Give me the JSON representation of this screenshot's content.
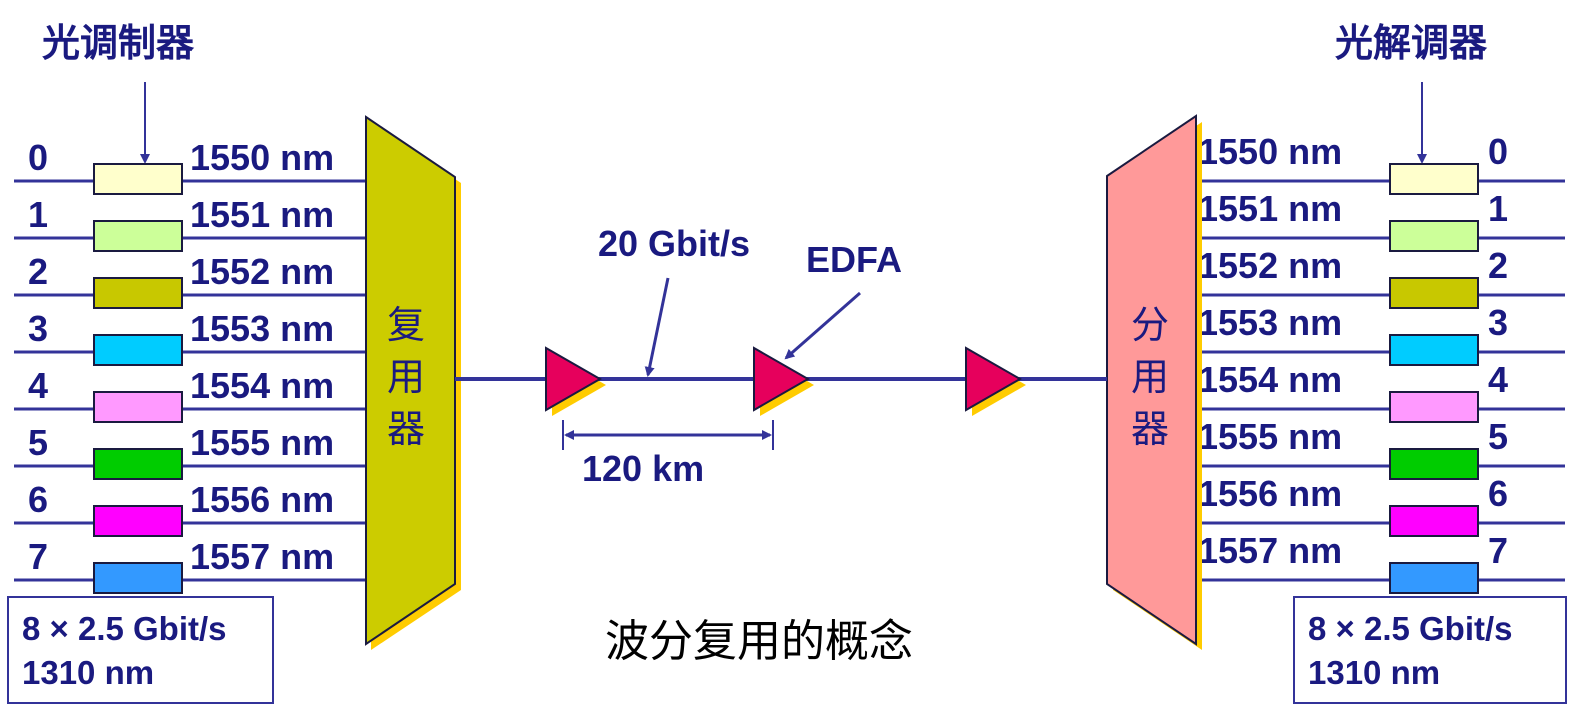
{
  "labels": {
    "modulator": "光调制器",
    "demodulator": "光解调器",
    "mux": "复用器",
    "demux": "分用器",
    "bitrate": "20 Gbit/s",
    "edfa": "EDFA",
    "distance": "120 km",
    "caption": "波分复用的概念"
  },
  "input_box": {
    "line1": "8 × 2.5 Gbit/s",
    "line2": "1310 nm"
  },
  "output_box": {
    "line1": "8 × 2.5 Gbit/s",
    "line2": "1310 nm"
  },
  "channels": [
    {
      "id": "0",
      "wavelength": "1550 nm",
      "color": "#ffffcc"
    },
    {
      "id": "1",
      "wavelength": "1551 nm",
      "color": "#ccff99"
    },
    {
      "id": "2",
      "wavelength": "1552 nm",
      "color": "#c8c800"
    },
    {
      "id": "3",
      "wavelength": "1553 nm",
      "color": "#00ccff"
    },
    {
      "id": "4",
      "wavelength": "1554 nm",
      "color": "#ff99ff"
    },
    {
      "id": "5",
      "wavelength": "1555 nm",
      "color": "#00cc00"
    },
    {
      "id": "6",
      "wavelength": "1556 nm",
      "color": "#ff00ff"
    },
    {
      "id": "7",
      "wavelength": "1557 nm",
      "color": "#3399ff"
    }
  ],
  "colors": {
    "line": "#333399",
    "text": "#1a1a80",
    "mux_fill": "#cccc00",
    "demux_fill": "#ff9999",
    "amplifier_fill": "#e6005c",
    "shadow": "#ffcc00"
  }
}
